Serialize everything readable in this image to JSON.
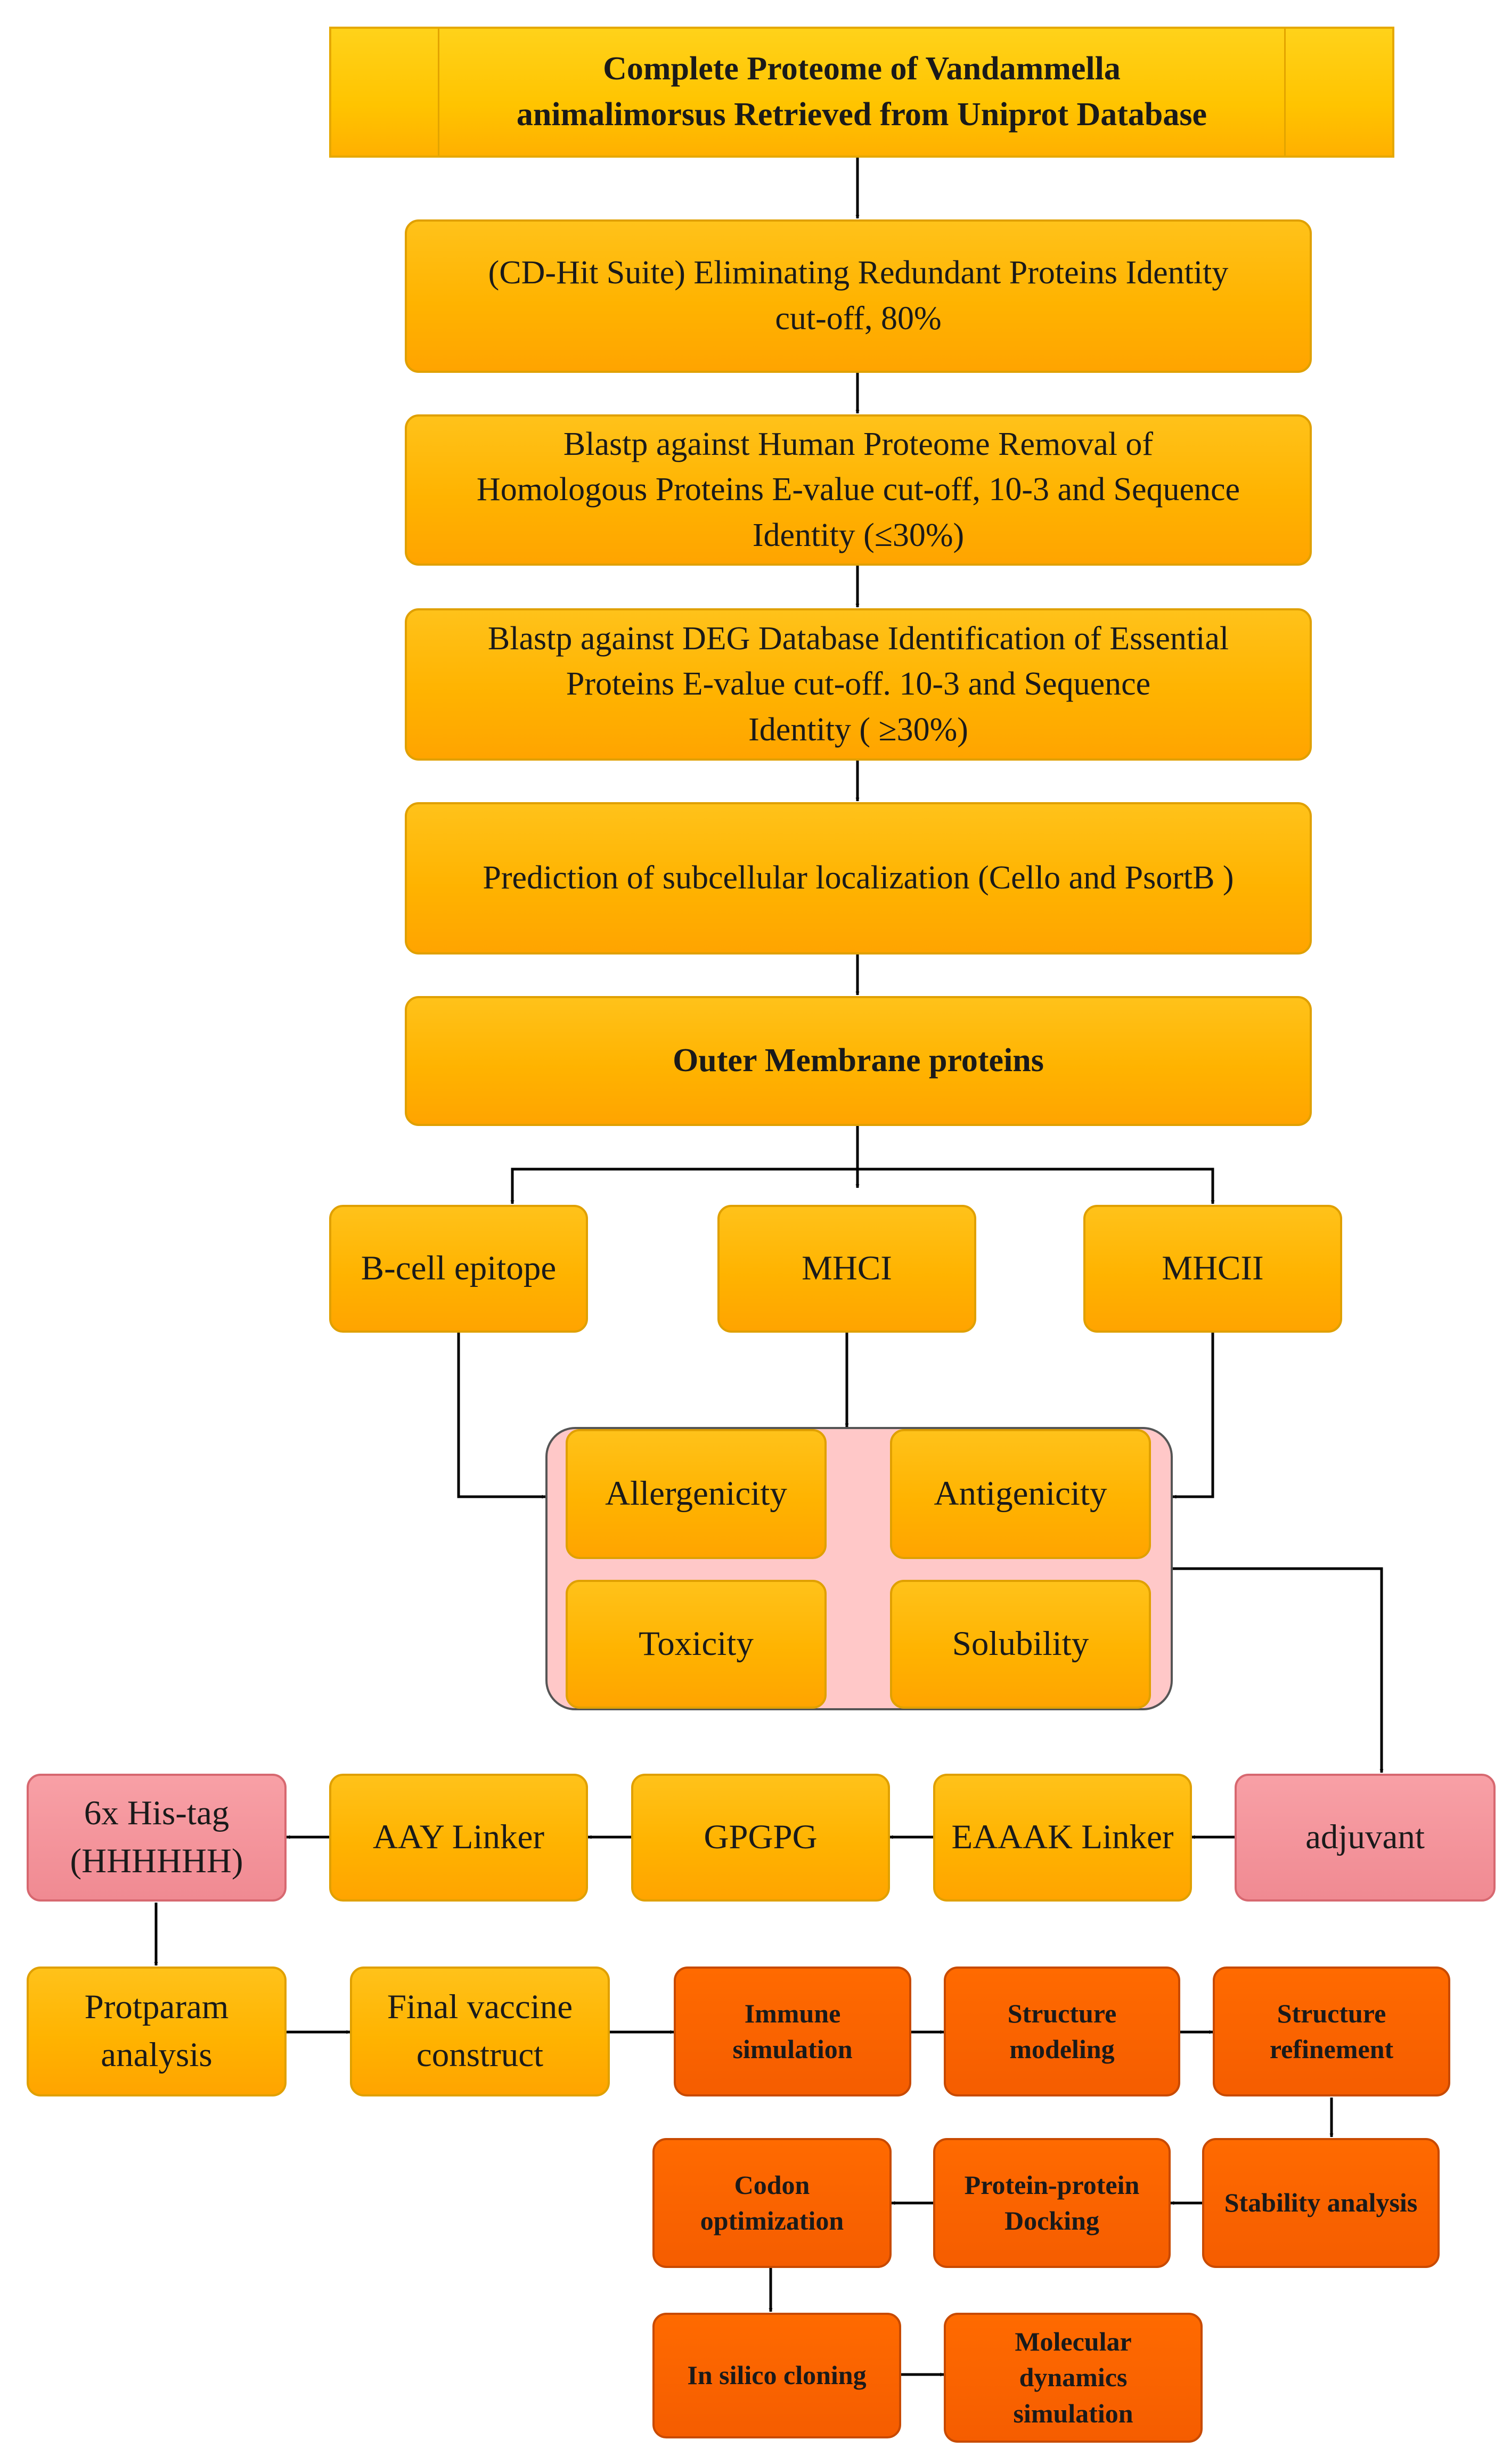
{
  "diagram": {
    "title": "Complete Proteome of Vandammella\nanimalimorsus Retrieved from Uniprot Database",
    "step_cdhit": "(CD-Hit Suite) Eliminating Redundant Proteins Identity\ncut-off, 80%",
    "step_blastp_human": "Blastp against Human Proteome Removal of\nHomologous Proteins E-value cut-off, 10-3 and Sequence\nIdentity (≤30%)",
    "step_blastp_deg": "Blastp against DEG Database Identification of Essential\nProteins E-value cut-off. 10-3 and Sequence\nIdentity ( ≥30%)",
    "step_subcellular": "Prediction of subcellular localization (Cello and PsortB )",
    "step_outer_membrane": "Outer Membrane proteins",
    "bcell": "B-cell epitope",
    "mhci": "MHCI",
    "mhcii": "MHCII",
    "allergenicity": "Allergenicity",
    "antigenicity": "Antigenicity",
    "toxicity": "Toxicity",
    "solubility": "Solubility",
    "his_tag": "6x His-tag\n(HHHHHH)",
    "aay_linker": "AAY Linker",
    "gpgpg": "GPGPG",
    "eaaak_linker": "EAAAK Linker",
    "adjuvant": "adjuvant",
    "protparam": "Protparam\nanalysis",
    "final_vaccine": "Final vaccine\nconstruct",
    "immune_simulation": "Immune\nsimulation",
    "structure_modeling": "Structure\nmodeling",
    "structure_refinement": "Structure\nrefinement",
    "stability_analysis": "Stability analysis",
    "protein_docking": "Protein-protein\nDocking",
    "codon_optimization": "Codon\noptimization",
    "in_silico_cloning": "In silico cloning",
    "md_simulation": "Molecular\ndynamics\nsimulation"
  },
  "colors": {
    "yellow_box": "#ffb300",
    "pink_box": "#f4949b",
    "orange_box": "#f86200",
    "criteria_panel": "#ffc8c8",
    "arrow": "#000000"
  }
}
